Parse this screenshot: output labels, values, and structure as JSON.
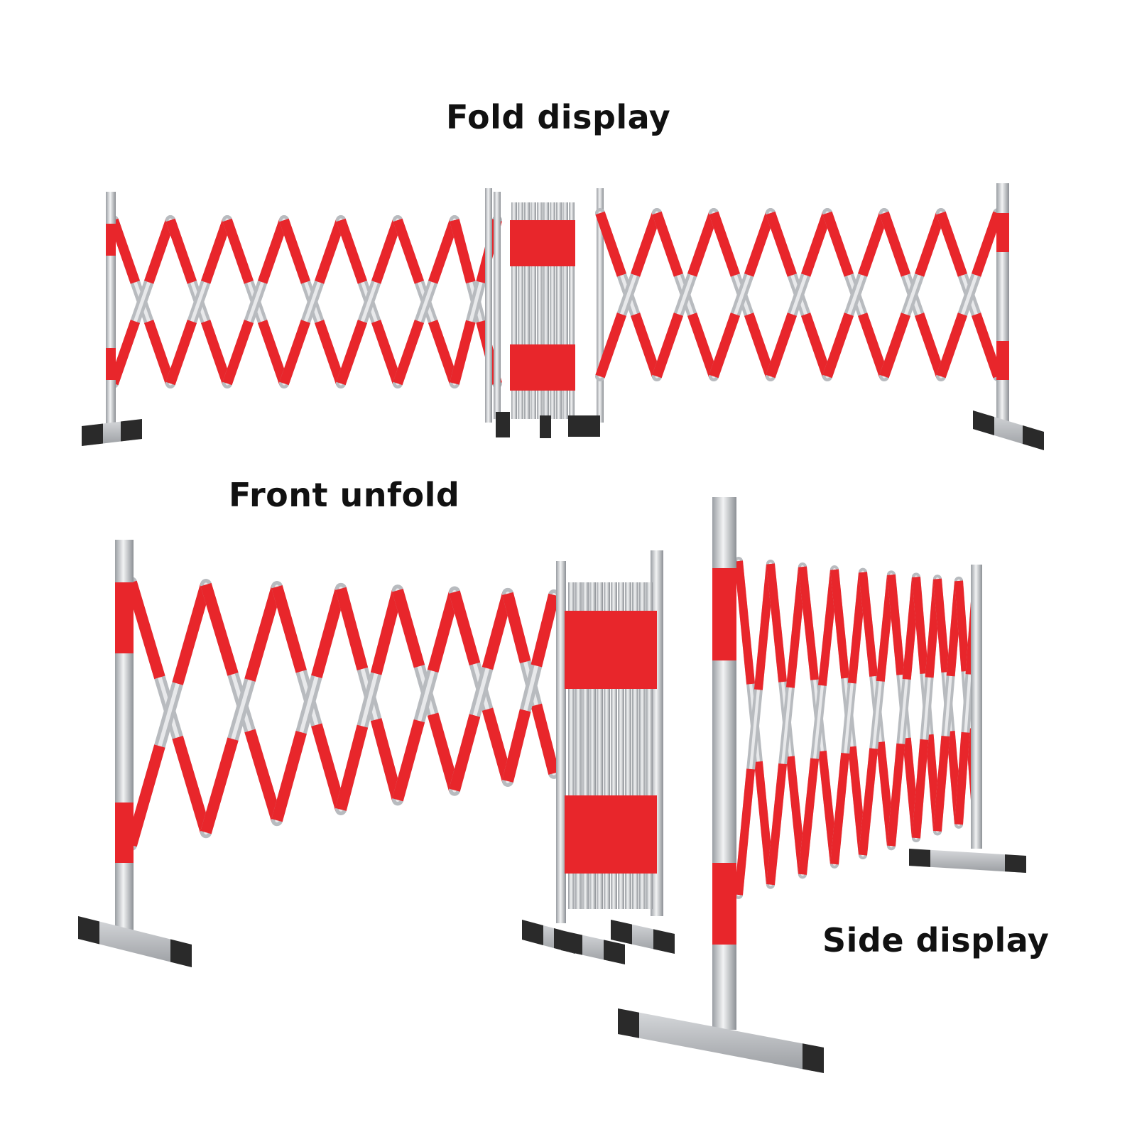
{
  "labels": {
    "fold": "Fold display",
    "front": "Front unfold",
    "side": "Side display"
  },
  "colors": {
    "red": "#e8262b",
    "steel_light": "#e9eaec",
    "steel_mid": "#b8bbbf",
    "steel_dark": "#8a8d91",
    "foot": "#2a2a2a"
  }
}
